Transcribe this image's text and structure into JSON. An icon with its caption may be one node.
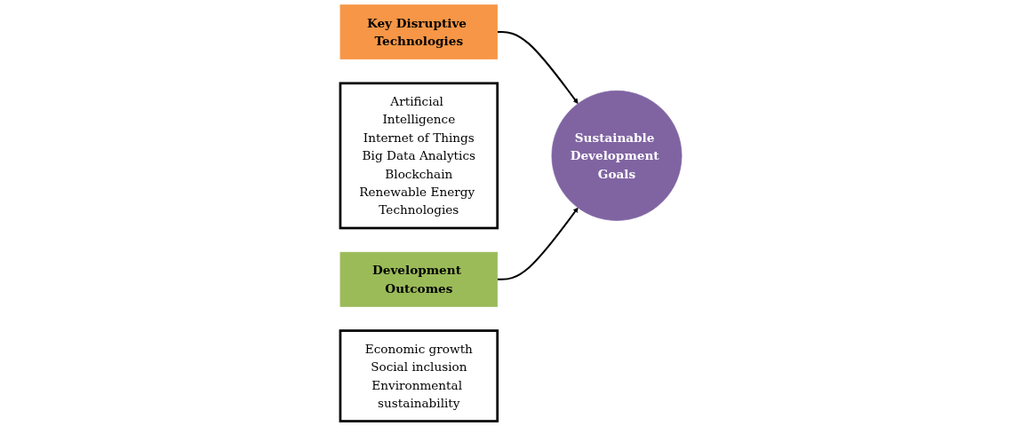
{
  "diagram": {
    "nodes": [
      {
        "text": [
          "Key Disruptive Technologies"
        ]
      },
      {
        "text": [
          "Artificial Intelligence",
          "Internet of Things",
          "Big Data Analytics",
          "Blockchain",
          "Renewable Energy Technologies"
        ]
      },
      {
        "text": [
          "Sustainable Development Goals"
        ]
      },
      {
        "text": [
          "Development Outcomes"
        ]
      },
      {
        "text": [
          "Economic growth",
          "Social inclusion",
          "Environmental sustainability"
        ]
      }
    ],
    "edges": [
      {
        "from": 0,
        "to": 2,
        "arrow": "to"
      },
      {
        "from": 3,
        "to": 2,
        "arrow": "to"
      }
    ]
  }
}
